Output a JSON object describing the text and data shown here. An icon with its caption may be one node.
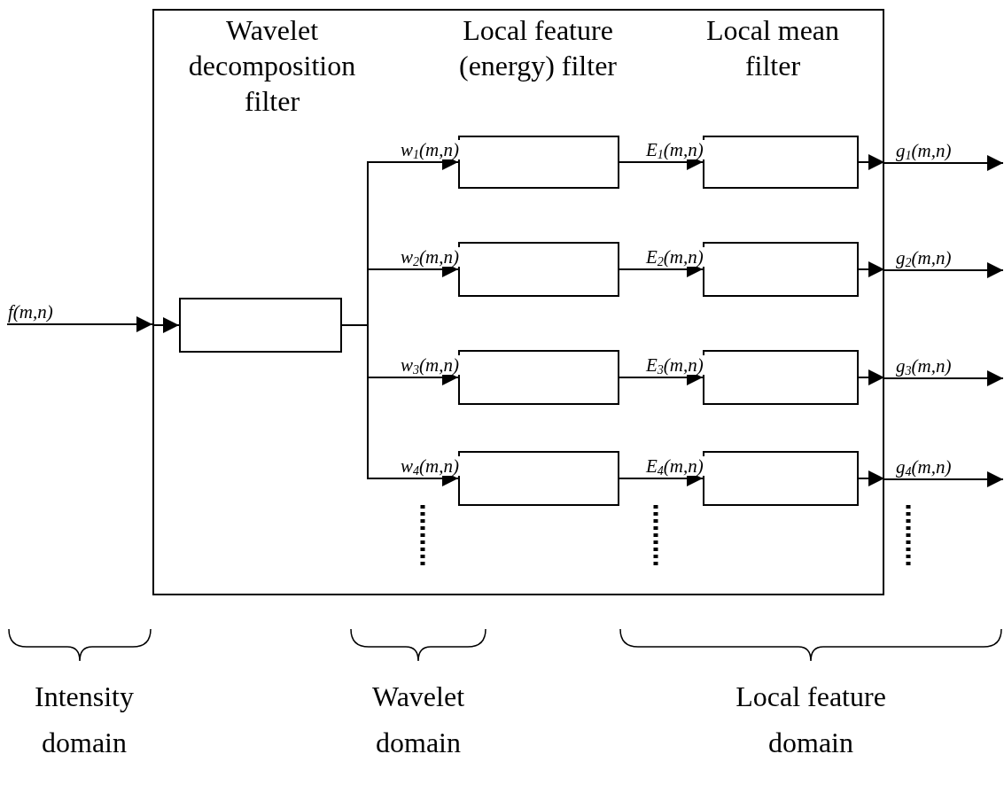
{
  "diagram": {
    "nodes": [
      {
        "text": [],
        "shape": "box"
      },
      {
        "text": [],
        "shape": "box",
        "in": 0
      },
      {
        "text": [],
        "shape": "box",
        "in": 0
      },
      {
        "text": [],
        "shape": "box",
        "in": 0
      },
      {
        "text": [],
        "shape": "box",
        "in": 0
      },
      {
        "text": [],
        "shape": "box",
        "in": 0
      },
      {
        "text": [],
        "shape": "box",
        "in": 0
      },
      {
        "text": [],
        "shape": "box",
        "in": 0
      },
      {
        "text": [],
        "shape": "box",
        "in": 0
      },
      {
        "text": [],
        "shape": "box",
        "in": 0
      }
    ],
    "edges": [
      {
        "from": null,
        "to": 0,
        "arrow": "to",
        "label": "f(m,n)"
      },
      {
        "from": 0,
        "to": 1,
        "arrow": "to"
      },
      {
        "from": 1,
        "to": 2,
        "arrow": "to",
        "label": "w$_{1}$(m,n)"
      },
      {
        "from": 1,
        "to": 3,
        "arrow": "to",
        "label": "w$_{2}$(m,n)"
      },
      {
        "from": 1,
        "to": 4,
        "arrow": "to",
        "label": "w$_{3}$(m,n)"
      },
      {
        "from": 1,
        "to": 5,
        "arrow": "to",
        "label": "w$_{4}$(m,n)"
      },
      {
        "from": 2,
        "to": 6,
        "arrow": "to",
        "label": "E$_{1}$(m,n)"
      },
      {
        "from": 3,
        "to": 7,
        "arrow": "to",
        "label": "E$_{2}$(m,n)"
      },
      {
        "from": 4,
        "to": 8,
        "arrow": "to",
        "label": "E$_{3}$(m,n)"
      },
      {
        "from": 5,
        "to": 9,
        "arrow": "to",
        "label": "E$_{4}$(m,n)"
      },
      {
        "from": 6,
        "to": 0,
        "arrow": "to"
      },
      {
        "from": 7,
        "to": 0,
        "arrow": "to"
      },
      {
        "from": 8,
        "to": 0,
        "arrow": "to"
      },
      {
        "from": 9,
        "to": 0,
        "arrow": "to"
      },
      {
        "from": 0,
        "to": null,
        "arrow": "to",
        "label": "g$_{1}$(m,n)"
      },
      {
        "from": 0,
        "to": null,
        "arrow": "to",
        "label": "g$_{2}$(m,n)"
      },
      {
        "from": 0,
        "to": null,
        "arrow": "to",
        "label": "g$_{3}$(m,n)"
      },
      {
        "from": 0,
        "to": null,
        "arrow": "to",
        "label": "g$_{4}$(m,n)"
      }
    ],
    "labels": [
      "Wavelet decomposition filter",
      "Local feature (energy) filter",
      "Local mean filter",
      "Intensity domain",
      "Wavelet domain",
      "Local feature domain"
    ]
  }
}
